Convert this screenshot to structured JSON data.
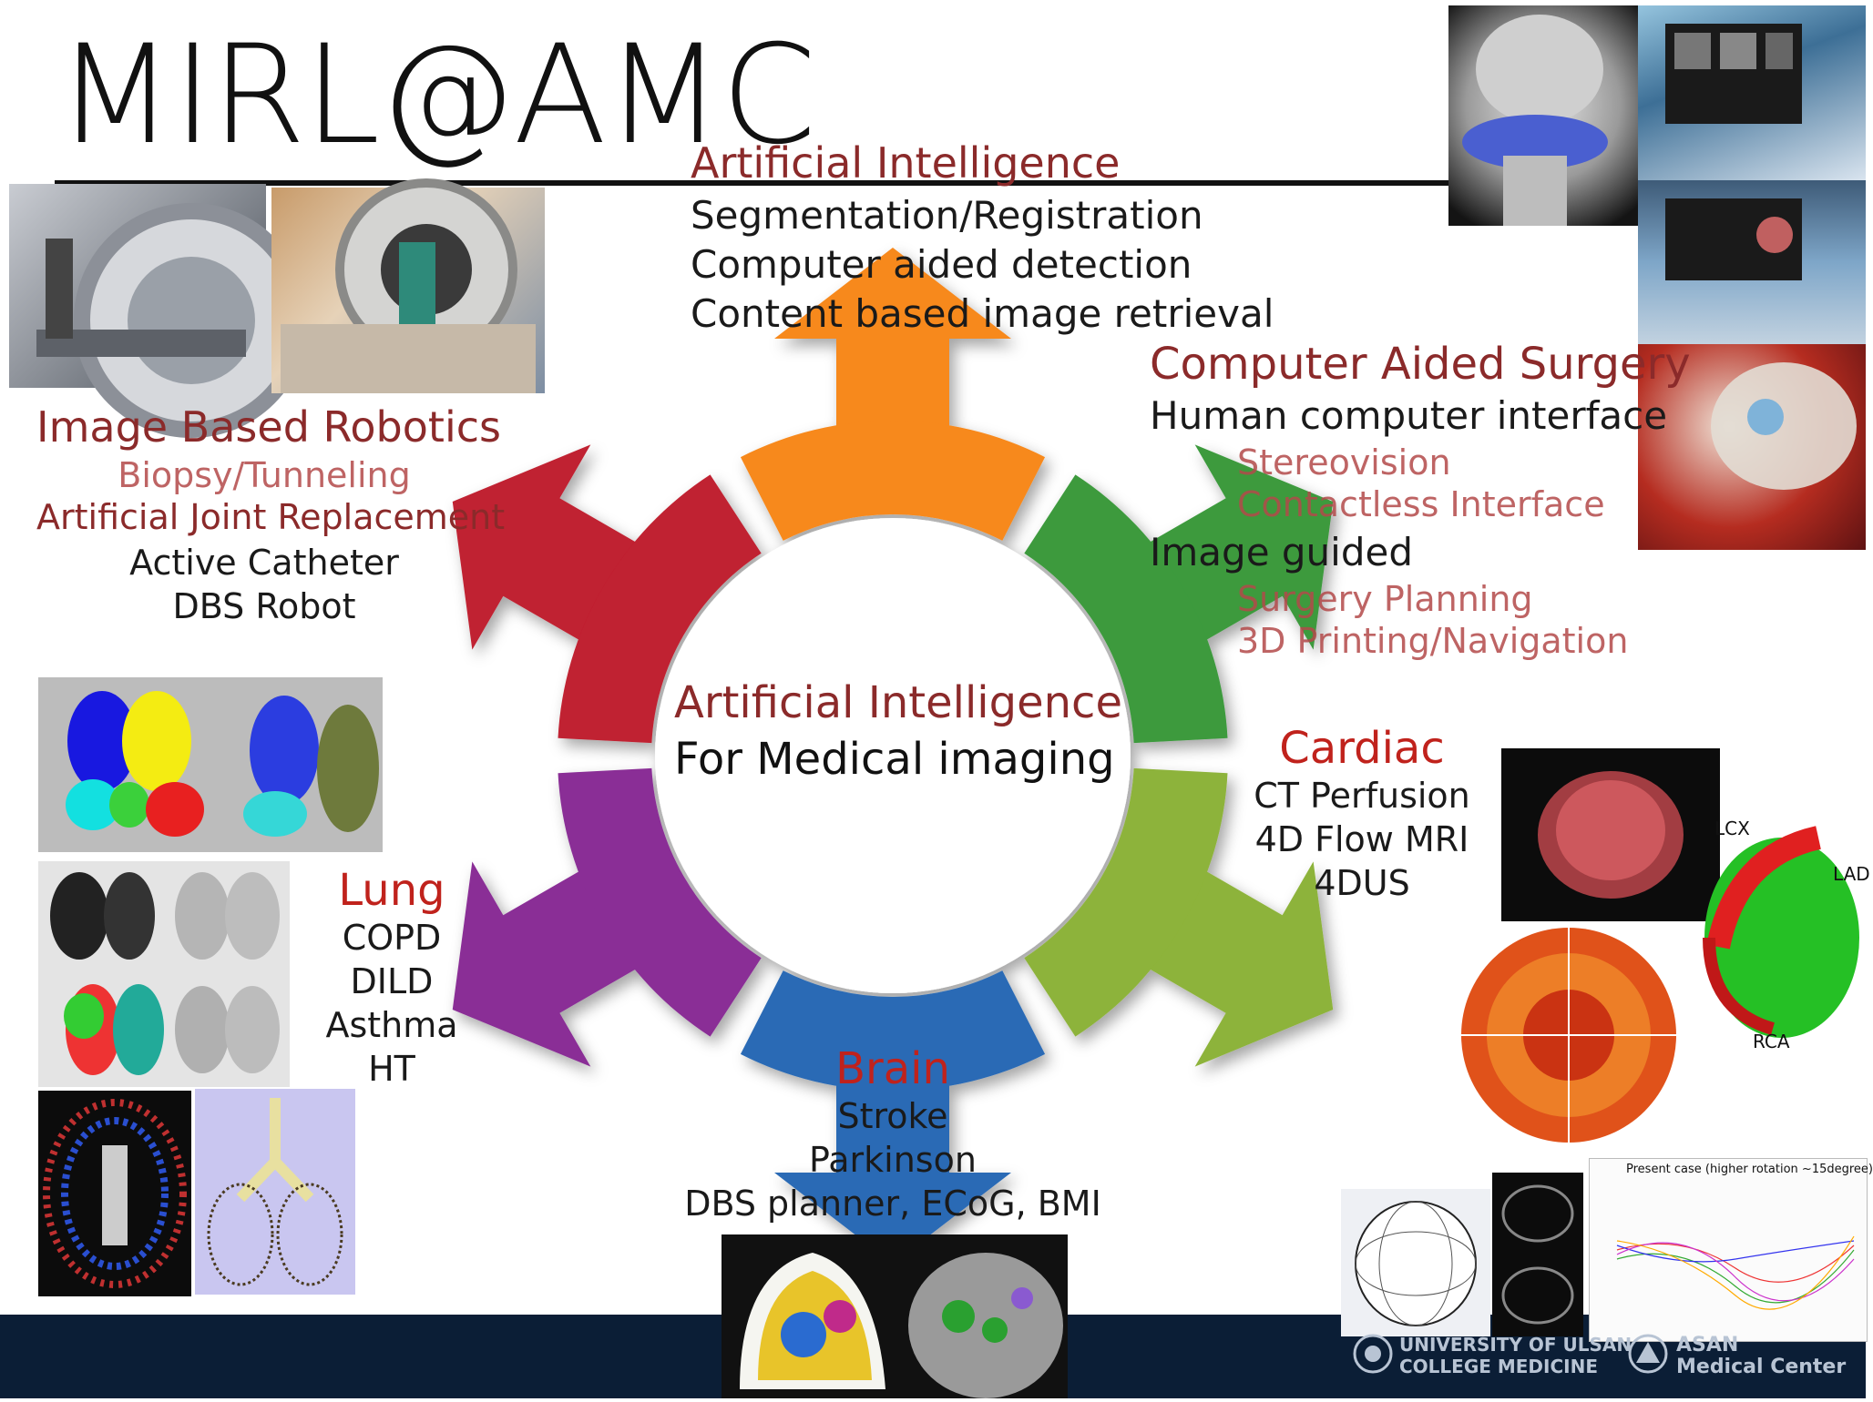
{
  "title": "MIRL@AMC",
  "center": {
    "line1": "Artificial Intelligence",
    "line2": "For Medical imaging"
  },
  "colors": {
    "orange": "#f7891f",
    "green_dark": "#3c9a3e",
    "green_light": "#8db33a",
    "blue": "#2a6bb5",
    "purple": "#8a2f96",
    "red": "#c02030",
    "heading_red": "#8b2a2a",
    "bright_red": "#c0221c"
  },
  "sections": {
    "ai": {
      "heading": "Artificial Intelligence",
      "items": [
        "Segmentation/Registration",
        "Computer aided detection",
        "Content based image retrieval"
      ]
    },
    "cas": {
      "heading": "Computer Aided Surgery",
      "line1": "Human computer interface",
      "sub1": [
        "Stereovision",
        "Contactless Interface"
      ],
      "line2": "Image guided",
      "sub2": [
        "Surgery Planning",
        "3D Printing/Navigation"
      ]
    },
    "cardiac": {
      "heading": "Cardiac",
      "items": [
        "CT Perfusion",
        "4D Flow MRI",
        "4DUS"
      ]
    },
    "brain": {
      "heading": "Brain",
      "items": [
        "Stroke",
        "Parkinson",
        "DBS planner, ECoG, BMI"
      ]
    },
    "lung": {
      "heading": "Lung",
      "items": [
        "COPD",
        "DILD",
        "Asthma",
        "HT"
      ]
    },
    "robotics": {
      "heading": "Image Based Robotics",
      "sub": [
        "Biopsy/Tunneling",
        "Artificial Joint Replacement"
      ],
      "items": [
        "Active Catheter",
        "DBS Robot"
      ]
    }
  },
  "figure_labels": {
    "cardiac_lcx": "LCX",
    "cardiac_lad": "LAD",
    "cardiac_rca": "RCA",
    "plot_title": "Present case (higher rotation ~15degree)"
  },
  "footer": {
    "logo1_line1": "UNIVERSITY OF ULSAN",
    "logo1_line2": "COLLEGE MEDICINE",
    "logo2_line1": "ASAN",
    "logo2_line2": "Medical Center"
  }
}
